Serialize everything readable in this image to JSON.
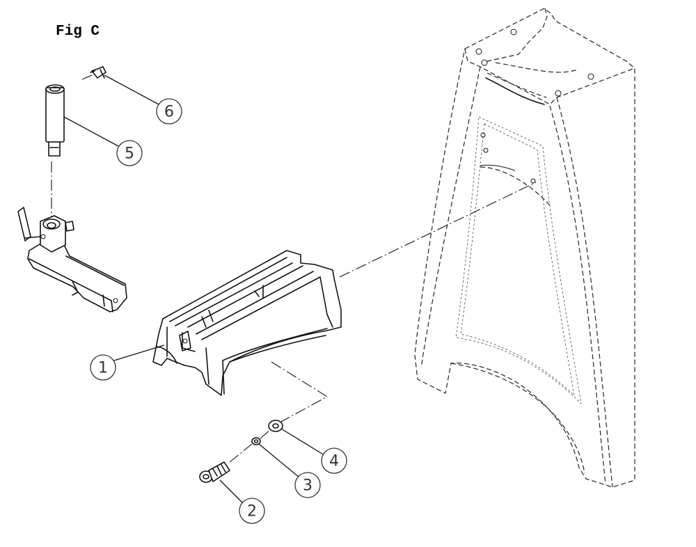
{
  "figure": {
    "title": "Fig C"
  },
  "callouts": [
    {
      "id": "1",
      "label": "1"
    },
    {
      "id": "2",
      "label": "2"
    },
    {
      "id": "3",
      "label": "3"
    },
    {
      "id": "4",
      "label": "4"
    },
    {
      "id": "5",
      "label": "5"
    },
    {
      "id": "6",
      "label": "6"
    }
  ]
}
